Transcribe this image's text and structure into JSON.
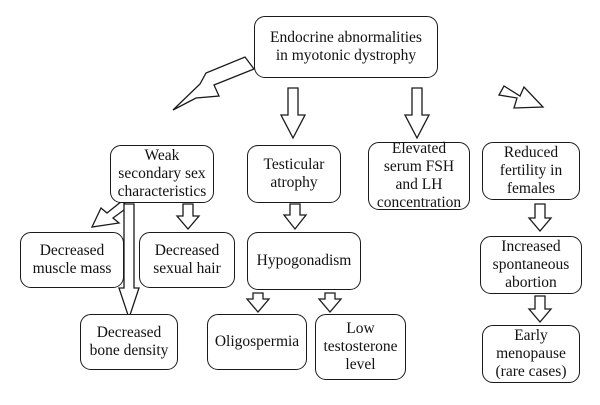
{
  "colors": {
    "stroke": "#1a1a1a",
    "fill": "#ffffff",
    "text": "#111111"
  },
  "nodes": {
    "root": "Endocrine abnormalities\nin myotonic dystrophy",
    "weak_sex": "Weak\nsecondary sex\ncharacteristics",
    "testicular": "Testicular\natrophy",
    "elevated_fsh": "Elevated\nserum FSH\nand LH\nconcentration",
    "reduced_fertility": "Reduced\nfertility in\nfemales",
    "muscle_mass": "Decreased\nmuscle mass",
    "sexual_hair": "Decreased\nsexual hair",
    "bone_density": "Decreased\nbone density",
    "hypogonadism": "Hypogonadism",
    "oligospermia": "Oligospermia",
    "low_testosterone": "Low\ntestosterone\nlevel",
    "abortion": "Increased\nspontaneous\nabortion",
    "menopause": "Early\nmenopause\n(rare cases)"
  }
}
